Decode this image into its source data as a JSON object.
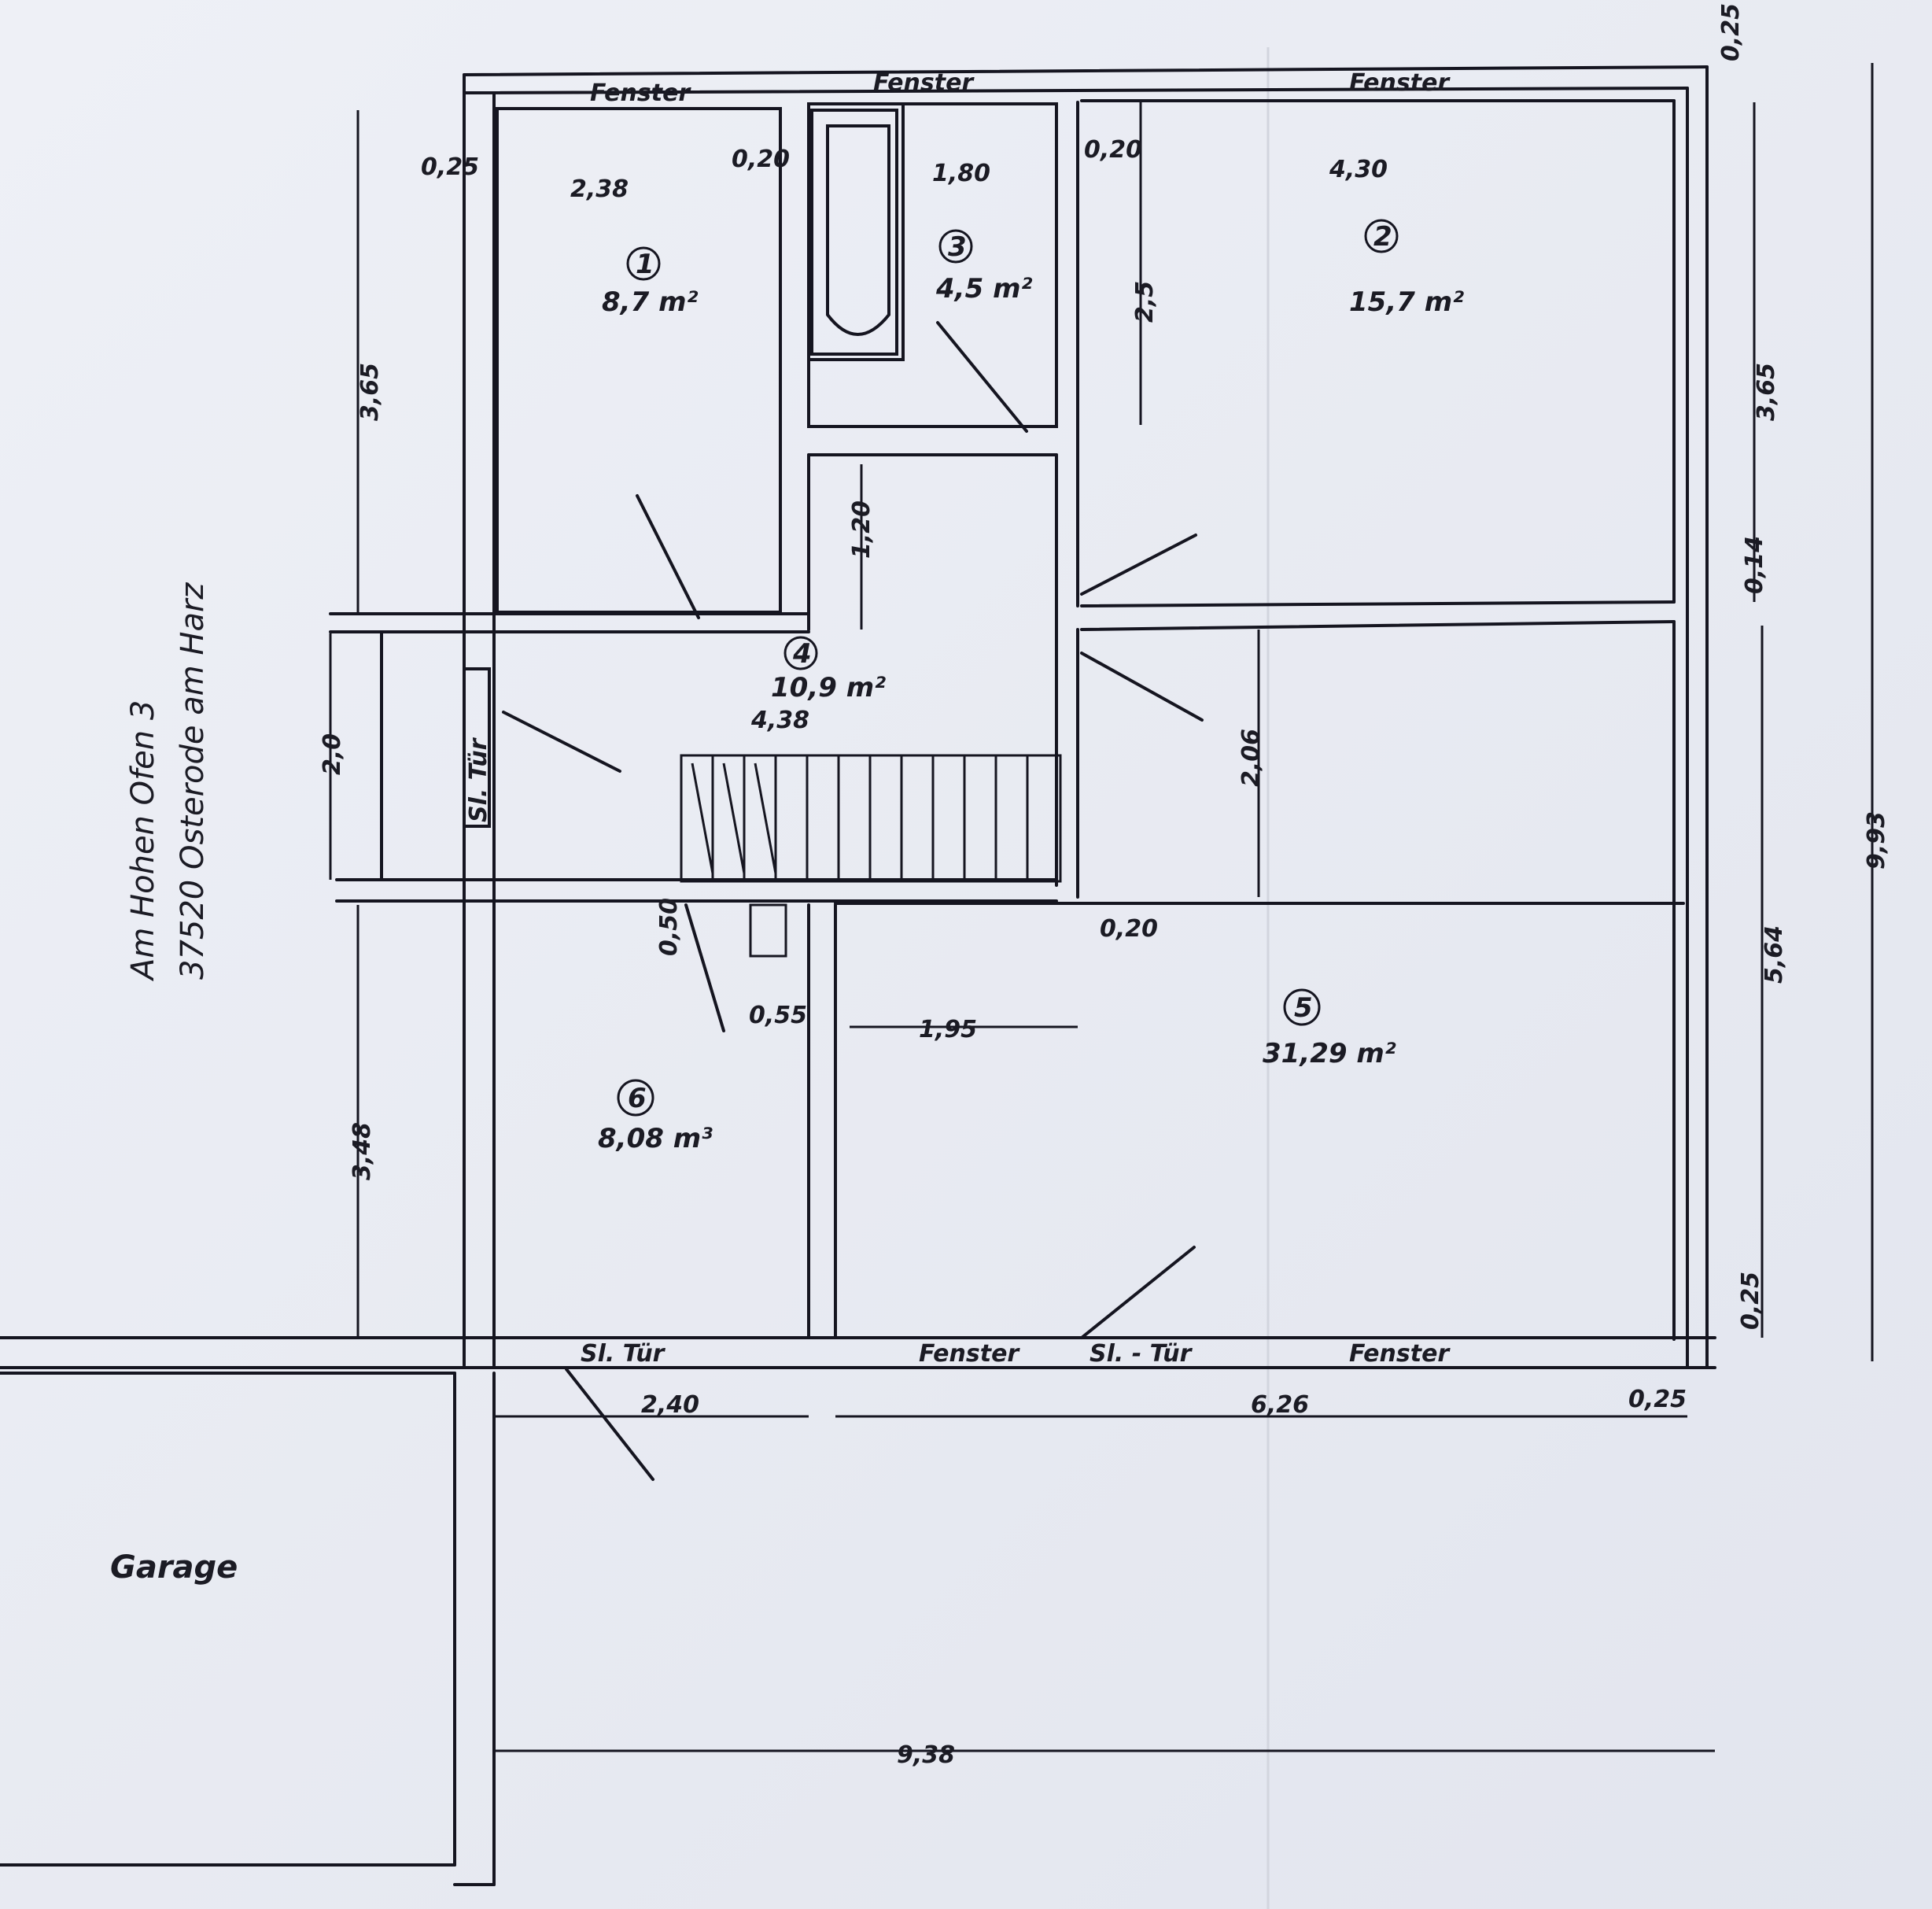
{
  "plan": {
    "address": {
      "line1": "Am Hohen Ofen 3",
      "line2": "37520 Osterode am Harz"
    },
    "window_labels": [
      "Fenster",
      "Fenster",
      "Fenster",
      "Fenster",
      "Fenster"
    ],
    "sliding_door_labels": [
      "Sl. Tür",
      "Sl. Tür",
      "Sl. - Tür"
    ],
    "rooms": [
      {
        "number": "1",
        "area": "8,7 m²"
      },
      {
        "number": "2",
        "area": "15,7 m²"
      },
      {
        "number": "3",
        "area": "4,5 m²"
      },
      {
        "number": "4",
        "area": "10,9 m²",
        "width": "4,38"
      },
      {
        "number": "5",
        "area": "31,29 m²"
      },
      {
        "number": "6",
        "area": "8,08 m³"
      }
    ],
    "garage_label": "Garage",
    "dimensions": {
      "top_left_wall": "0,25",
      "room1_width": "2,38",
      "wall_1_3": "0,20",
      "room3_width": "1,80",
      "wall_3_2": "0,20",
      "room2_width": "4,30",
      "top_right_wall": "0,25",
      "left_height_top": "3,65",
      "right_height_top": "3,65",
      "room2_inner": "2,5",
      "hall_upper": "1,20",
      "right_wall_mid": "0,14",
      "left_hall_height": "2,0",
      "room5_height": "2,06",
      "stair_step": "0,50",
      "closet_width": "0,55",
      "wall_gap": "0,20",
      "room5_segment": "1,95",
      "left_height_bottom": "3,48",
      "right_height_bottom": "5,64",
      "total_height": "9,93",
      "right_wall_bottom": "0,25",
      "bottom_room6": "2,40",
      "bottom_room5": "6,26",
      "bottom_wall": "0,25",
      "total_width": "9,38"
    }
  }
}
